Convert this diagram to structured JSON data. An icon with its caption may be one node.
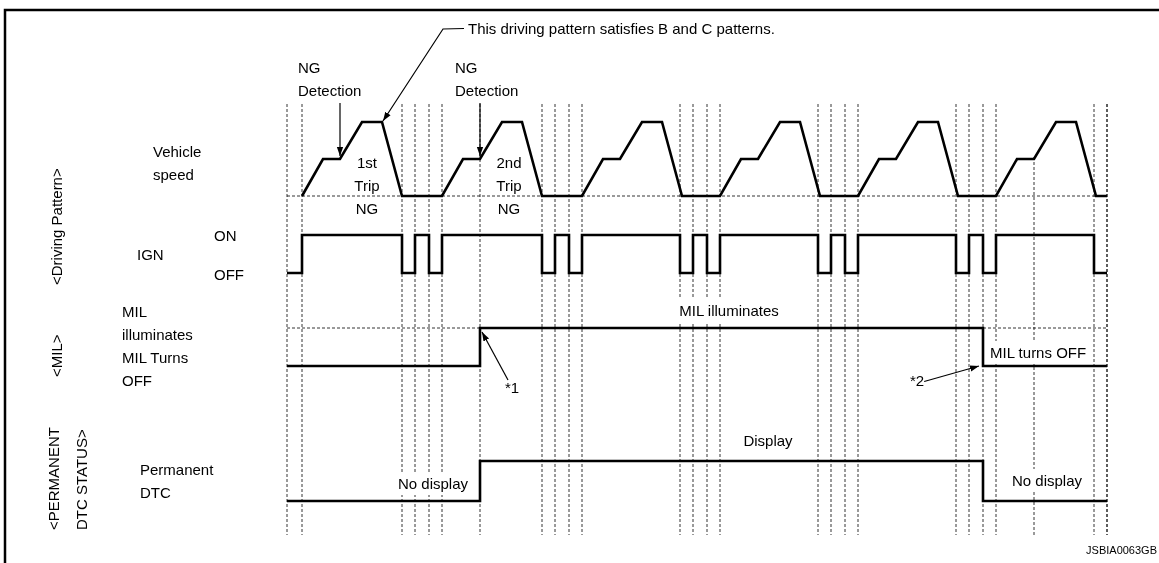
{
  "diagram": {
    "nodes": [
      {
        "text": [
          "This driving pattern satisfies B and C patterns."
        ]
      },
      {
        "text": [
          "NG Detection"
        ]
      },
      {
        "text": [
          "NG Detection"
        ]
      },
      {
        "text": [
          "*1"
        ]
      },
      {
        "text": [
          "*2"
        ]
      },
      {
        "text": [],
        "shape": "line"
      },
      {
        "text": [],
        "shape": "line"
      }
    ],
    "edges": [
      {
        "from": 0,
        "to": 5,
        "arrow": "to"
      },
      {
        "from": 1,
        "to": 5,
        "arrow": "to"
      },
      {
        "from": 2,
        "to": 5,
        "arrow": "to"
      },
      {
        "from": 3,
        "to": 6,
        "arrow": "to"
      },
      {
        "from": 4,
        "to": 6,
        "arrow": "to"
      }
    ],
    "labels": [
      "<Driving Pattern>",
      "Vehicle speed",
      "1st Trip NG",
      "2nd Trip NG",
      "IGN",
      "ON",
      "OFF",
      "<MIL>",
      "MIL illuminates",
      "MIL Turns OFF",
      "MIL illuminates",
      "MIL turns OFF",
      "<PERMANENT DTC STATUS>",
      "Permanent DTC",
      "Display",
      "No display",
      "No display",
      "JSBIA0063GB"
    ]
  }
}
